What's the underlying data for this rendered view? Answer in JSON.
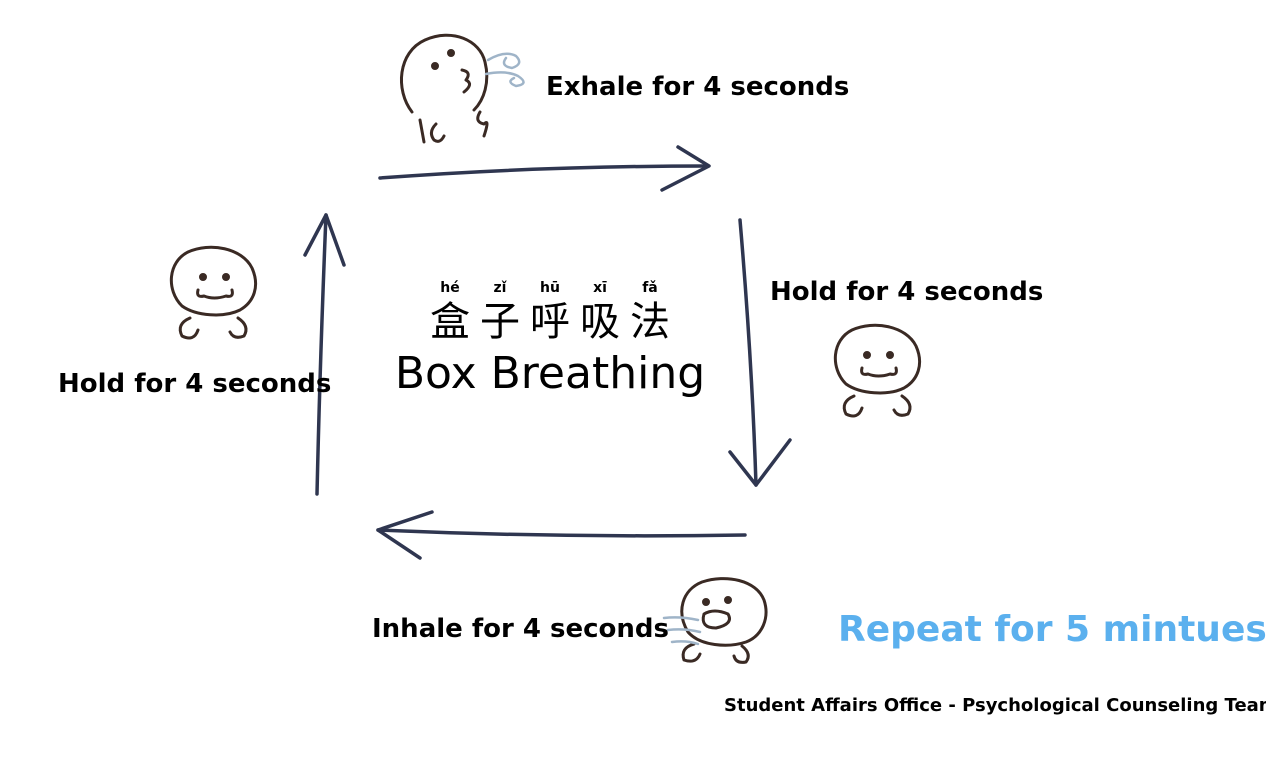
{
  "steps": {
    "top": "Exhale for 4 seconds",
    "right": "Hold for 4 seconds",
    "bottom": "Inhale for 4 seconds",
    "left": "Hold for 4 seconds"
  },
  "title": {
    "pinyin": [
      "hé",
      "zǐ",
      "hū",
      "xī",
      "fǎ"
    ],
    "chinese": "盒子呼吸法",
    "english": "Box Breathing"
  },
  "repeat_text": "Repeat for 5 mintues",
  "credit": "Student Affairs Office - Psychological Counseling Team",
  "colors": {
    "arrow": "#2f3650",
    "character": "#3a2a24",
    "breath": "#9fb4c8",
    "repeat": "#5bb0ee"
  },
  "icons": [
    "arrow-right-icon",
    "arrow-down-icon",
    "arrow-left-icon",
    "arrow-up-icon",
    "exhaling-character-icon",
    "holding-character-icon",
    "inhaling-character-icon"
  ]
}
